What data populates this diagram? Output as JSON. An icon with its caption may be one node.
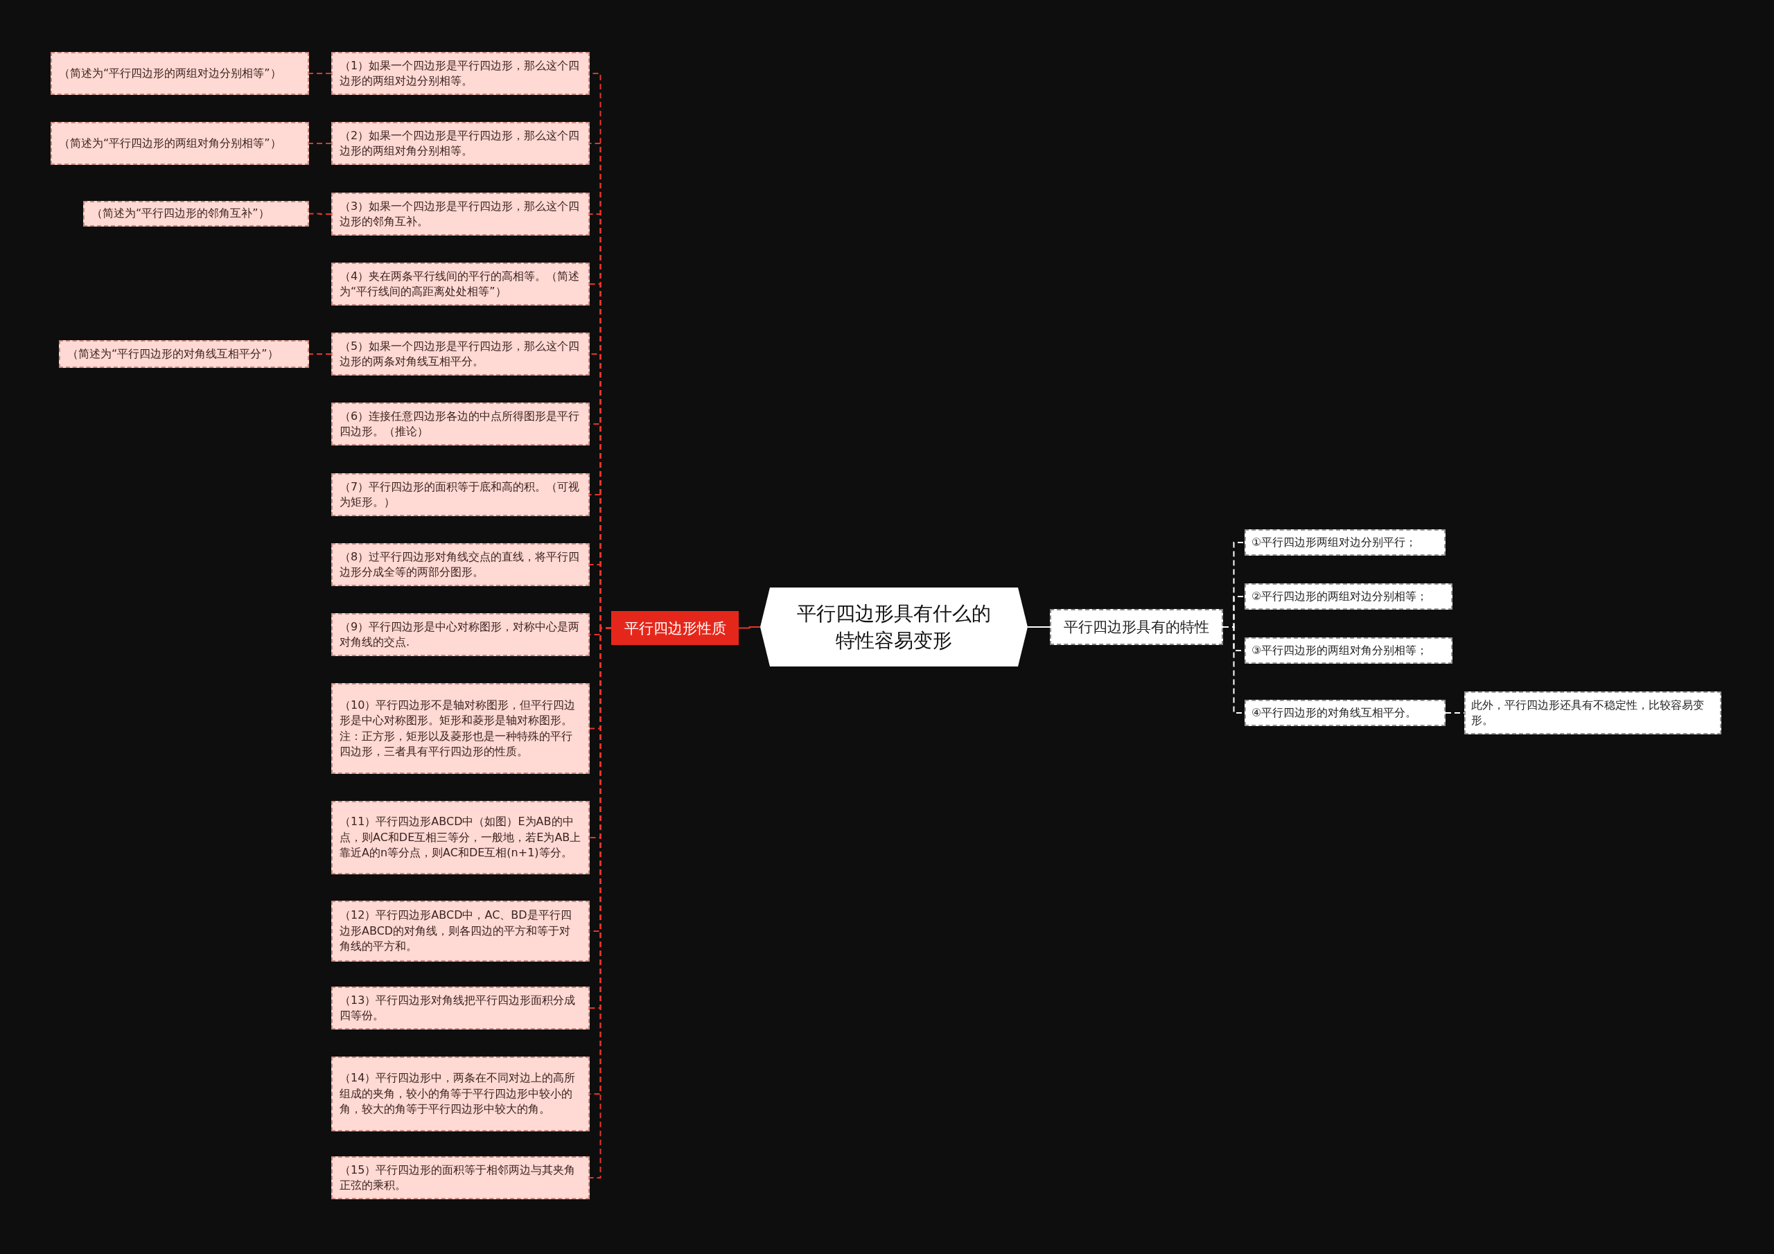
{
  "diagram": {
    "nodes": [
      {
        "text": [
          "平行四边形具有什么的特性容易变形"
        ]
      },
      {
        "text": [
          "平行四边形性质"
        ]
      },
      {
        "text": [
          "（1）如果一个四边形是平行四边形，那么这个四边形的两组对边分别相等。"
        ]
      },
      {
        "text": [
          "（2）如果一个四边形是平行四边形，那么这个四边形的两组对角分别相等。"
        ]
      },
      {
        "text": [
          "（3）如果一个四边形是平行四边形，那么这个四边形的邻角互补。"
        ]
      },
      {
        "text": [
          "（4）夹在两条平行线间的平行的高相等。（简述为“平行线间的高距离处处相等”）"
        ]
      },
      {
        "text": [
          "（5）如果一个四边形是平行四边形，那么这个四边形的两条对角线互相平分。"
        ]
      },
      {
        "text": [
          "（6）连接任意四边形各边的中点所得图形是平行四边形。（推论）"
        ]
      },
      {
        "text": [
          "（7）平行四边形的面积等于底和高的积。（可视为矩形。）"
        ]
      },
      {
        "text": [
          "（8）过平行四边形对角线交点的直线，将平行四边形分成全等的两部分图形。"
        ]
      },
      {
        "text": [
          "（9）平行四边形是中心对称图形，对称中心是两对角线的交点."
        ]
      },
      {
        "text": [
          "（10）平行四边形不是轴对称图形，但平行四边形是中心对称图形。矩形和菱形是轴对称图形。注：正方形，矩形以及菱形也是一种特殊的平行四边形，三者具有平行四边形的性质。"
        ]
      },
      {
        "text": [
          "（11）平行四边形ABCD中（如图）E为AB的中点，则AC和DE互相三等分，一般地，若E为AB上靠近A的n等分点，则AC和DE互相(n+1)等分。"
        ]
      },
      {
        "text": [
          "（12）平行四边形ABCD中，AC、BD是平行四边形ABCD的对角线，则各四边的平方和等于对角线的平方和。"
        ]
      },
      {
        "text": [
          "（13）平行四边形对角线把平行四边形面积分成四等份。"
        ]
      },
      {
        "text": [
          "（14）平行四边形中，两条在不同对边上的高所组成的夹角，较小的角等于平行四边形中较小的角，较大的角等于平行四边形中较大的角。"
        ]
      },
      {
        "text": [
          "（15）平行四边形的面积等于相邻两边与其夹角正弦的乘积。"
        ]
      },
      {
        "text": [
          "（简述为“平行四边形的两组对边分别相等”）"
        ]
      },
      {
        "text": [
          "（简述为“平行四边形的两组对角分别相等”）"
        ]
      },
      {
        "text": [
          "（简述为“平行四边形的邻角互补”）"
        ]
      },
      {
        "text": [
          "（简述为“平行四边形的对角线互相平分”）"
        ]
      },
      {
        "text": [
          "平行四边形具有的特性"
        ]
      },
      {
        "text": [
          "①平行四边形两组对边分别平行；"
        ]
      },
      {
        "text": [
          "②平行四边形的两组对边分别相等；"
        ]
      },
      {
        "text": [
          "③平行四边形的两组对角分别相等；"
        ]
      },
      {
        "text": [
          "④平行四边形的对角线互相平分。"
        ]
      },
      {
        "text": [
          "此外，平行四边形还具有不稳定性，比较容易变形。"
        ]
      }
    ],
    "edges": [
      {
        "from": 0,
        "to": 1,
        "arrow": "none"
      },
      {
        "from": 1,
        "to": 2,
        "arrow": "none",
        "style": "dashed"
      },
      {
        "from": 1,
        "to": 3,
        "arrow": "none",
        "style": "dashed"
      },
      {
        "from": 1,
        "to": 4,
        "arrow": "none",
        "style": "dashed"
      },
      {
        "from": 1,
        "to": 5,
        "arrow": "none",
        "style": "dashed"
      },
      {
        "from": 1,
        "to": 6,
        "arrow": "none",
        "style": "dashed"
      },
      {
        "from": 1,
        "to": 7,
        "arrow": "none",
        "style": "dashed"
      },
      {
        "from": 1,
        "to": 8,
        "arrow": "none",
        "style": "dashed"
      },
      {
        "from": 1,
        "to": 9,
        "arrow": "none",
        "style": "dashed"
      },
      {
        "from": 1,
        "to": 10,
        "arrow": "none",
        "style": "dashed"
      },
      {
        "from": 1,
        "to": 11,
        "arrow": "none",
        "style": "dashed"
      },
      {
        "from": 1,
        "to": 12,
        "arrow": "none",
        "style": "dashed"
      },
      {
        "from": 1,
        "to": 13,
        "arrow": "none",
        "style": "dashed"
      },
      {
        "from": 1,
        "to": 14,
        "arrow": "none",
        "style": "dashed"
      },
      {
        "from": 1,
        "to": 15,
        "arrow": "none",
        "style": "dashed"
      },
      {
        "from": 1,
        "to": 16,
        "arrow": "none",
        "style": "dashed"
      },
      {
        "from": 2,
        "to": 17,
        "arrow": "none",
        "style": "dashed"
      },
      {
        "from": 3,
        "to": 18,
        "arrow": "none",
        "style": "dashed"
      },
      {
        "from": 4,
        "to": 19,
        "arrow": "none",
        "style": "dashed"
      },
      {
        "from": 6,
        "to": 20,
        "arrow": "none",
        "style": "dashed"
      },
      {
        "from": 0,
        "to": 21,
        "arrow": "none",
        "color": "#ffffff"
      },
      {
        "from": 21,
        "to": 22,
        "arrow": "none",
        "style": "dashed",
        "color": "#ffffff"
      },
      {
        "from": 21,
        "to": 23,
        "arrow": "none",
        "style": "dashed",
        "color": "#ffffff"
      },
      {
        "from": 21,
        "to": 24,
        "arrow": "none",
        "style": "dashed",
        "color": "#ffffff"
      },
      {
        "from": 21,
        "to": 25,
        "arrow": "none",
        "style": "dashed",
        "color": "#ffffff"
      },
      {
        "from": 25,
        "to": 26,
        "arrow": "none",
        "style": "dashed",
        "color": "#ffffff"
      }
    ]
  }
}
